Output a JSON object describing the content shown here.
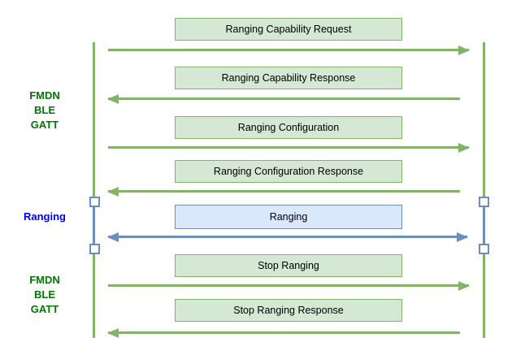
{
  "diagram": {
    "type": "sequence-diagram",
    "side_labels": [
      {
        "text": "FMDN\nBLE\nGATT",
        "color": "#007700"
      },
      {
        "text": "Ranging",
        "color": "#0000ee"
      },
      {
        "text": "FMDN\nBLE\nGATT",
        "color": "#007700"
      }
    ],
    "messages": [
      {
        "label": "Ranging Capability Request",
        "direction": "right",
        "theme": "green"
      },
      {
        "label": "Ranging Capability Response",
        "direction": "left",
        "theme": "green"
      },
      {
        "label": "Ranging Configuration",
        "direction": "right",
        "theme": "green"
      },
      {
        "label": "Ranging Configuration Response",
        "direction": "left",
        "theme": "green"
      },
      {
        "label": "Ranging",
        "direction": "both",
        "theme": "blue"
      },
      {
        "label": "Stop Ranging",
        "direction": "right",
        "theme": "green"
      },
      {
        "label": "Stop Ranging Response",
        "direction": "left",
        "theme": "green"
      }
    ],
    "colors": {
      "background": "#ffffff",
      "green_fill": "#d5e8d4",
      "green_stroke": "#82b366",
      "blue_fill": "#dae8fc",
      "blue_stroke": "#6c8ebf",
      "green_label_text": "#007700",
      "blue_label_text": "#0000ee",
      "box_text": "#000000"
    }
  }
}
